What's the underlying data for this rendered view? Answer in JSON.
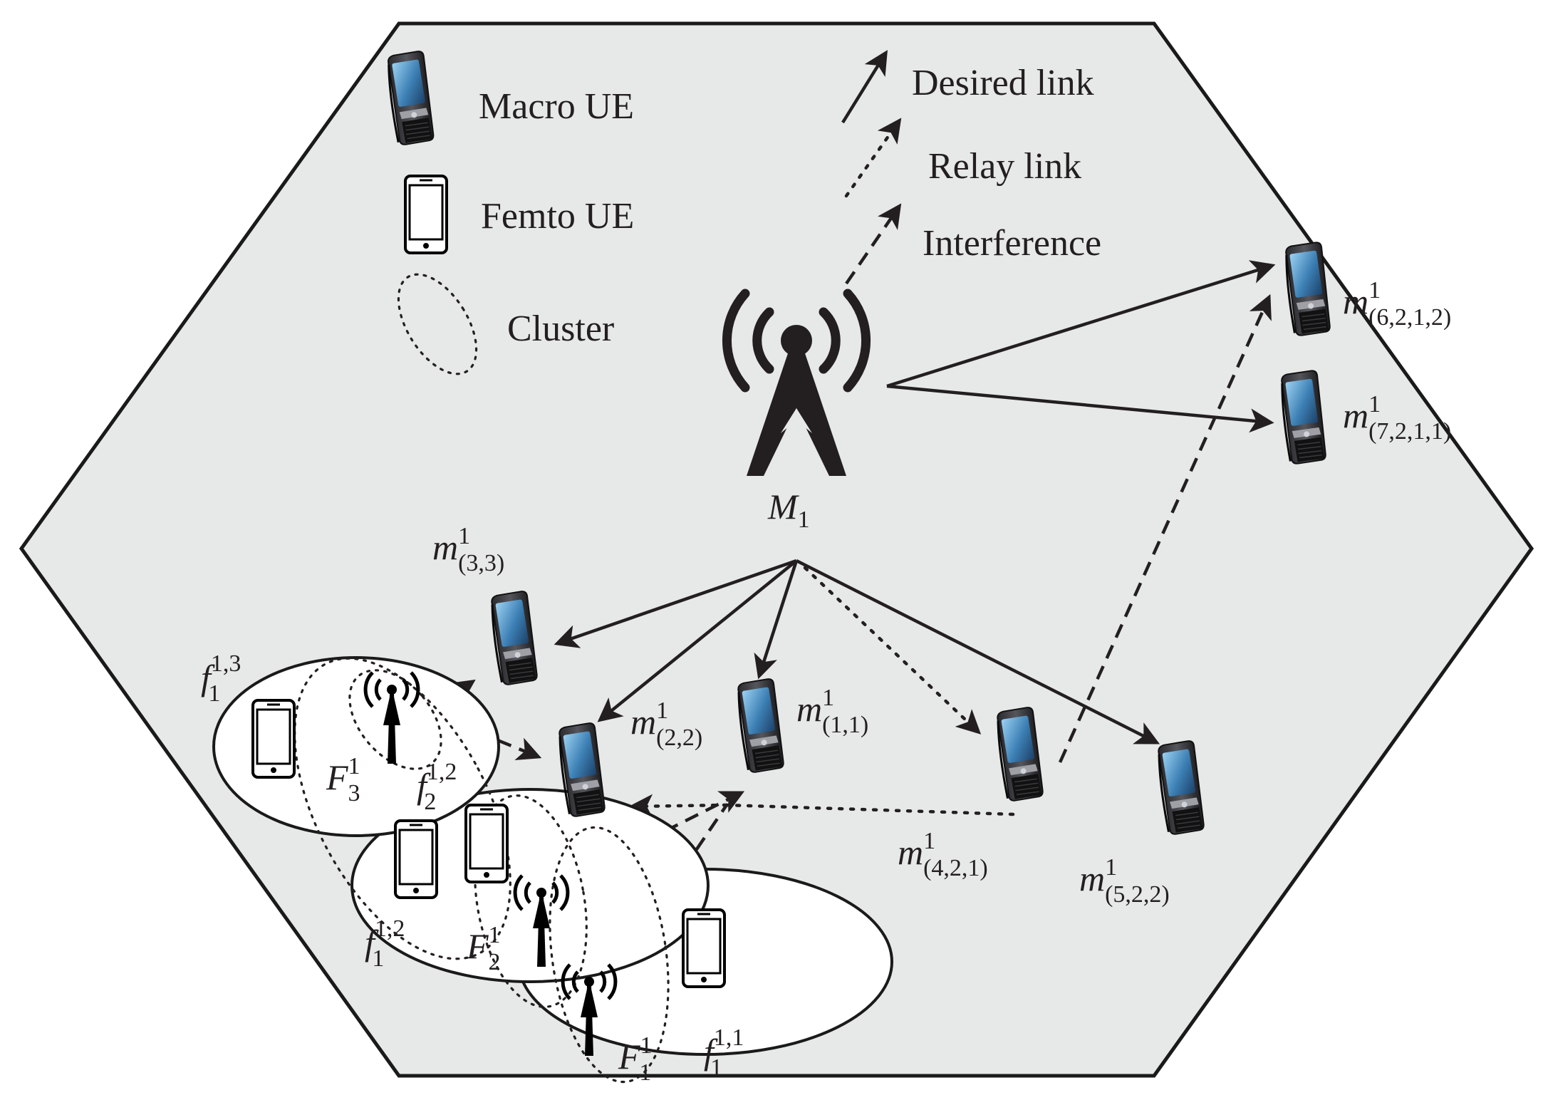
{
  "legend": {
    "items": [
      {
        "key": "macro_ue",
        "label": "Macro UE"
      },
      {
        "key": "femto_ue",
        "label": "Femto UE"
      },
      {
        "key": "cluster",
        "label": "Cluster"
      },
      {
        "key": "desired",
        "label": "Desired link"
      },
      {
        "key": "relay",
        "label": "Relay link"
      },
      {
        "key": "interference",
        "label": "Interference"
      }
    ]
  },
  "macro_bs": {
    "label": "M",
    "sub": "1"
  },
  "macro_ues": [
    {
      "id": "m622",
      "label": "m",
      "sup": "1",
      "sub": "(6,2,1,2)"
    },
    {
      "id": "m721",
      "label": "m",
      "sup": "1",
      "sub": "(7,2,1,1)"
    },
    {
      "id": "m33",
      "label": "m",
      "sup": "1",
      "sub": "(3,3)"
    },
    {
      "id": "m22",
      "label": "m",
      "sup": "1",
      "sub": "(2,2)"
    },
    {
      "id": "m11",
      "label": "m",
      "sup": "1",
      "sub": "(1,1)"
    },
    {
      "id": "m421",
      "label": "m",
      "sup": "1",
      "sub": "(4,2,1)"
    },
    {
      "id": "m522",
      "label": "m",
      "sup": "1",
      "sub": "(5,2,2)"
    }
  ],
  "femto_bs": [
    {
      "id": "F3",
      "label": "F",
      "sup": "1",
      "sub": "3"
    },
    {
      "id": "F2",
      "label": "F",
      "sup": "1",
      "sub": "2"
    },
    {
      "id": "F1",
      "label": "F",
      "sup": "1",
      "sub": "1"
    }
  ],
  "femto_ues": [
    {
      "id": "f13",
      "label": "f",
      "sup": "1,3",
      "sub": "1"
    },
    {
      "id": "f12a",
      "label": "f",
      "sup": "1,2",
      "sub": "2"
    },
    {
      "id": "f12b",
      "label": "f",
      "sup": "1,2",
      "sub": "1"
    },
    {
      "id": "f11",
      "label": "f",
      "sup": "1,1",
      "sub": "1"
    }
  ],
  "colors": {
    "background": "#e7e8e8",
    "ink": "#231f20",
    "screen": "#3c7fb4"
  }
}
